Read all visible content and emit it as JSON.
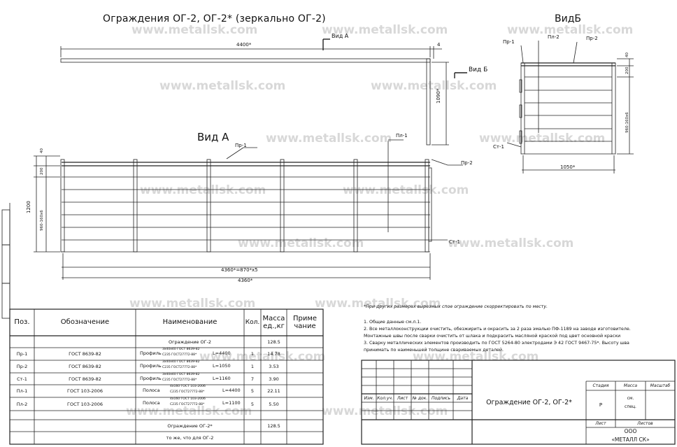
{
  "title": "Ограждения ОГ-2, ОГ-2* (зеркально ОГ-2)",
  "watermark": "www.metallsk.com",
  "plan": {
    "dim_length": "4400*",
    "dim_depth": "1090*",
    "dim_small": "4",
    "vid_a_marker": "Вид А",
    "vid_b_marker": "Вид Б"
  },
  "view_a": {
    "title": "Вид А",
    "labels": {
      "pr1": "Пр-1",
      "pl1": "Пл-1",
      "pr2": "Пр-2",
      "st1": "Ст-1"
    },
    "dims": {
      "top": "40",
      "step": "200",
      "span": "960-160х6",
      "height": "1200",
      "pitch": "4360*=870*х5",
      "total": "4360*"
    }
  },
  "view_b": {
    "title": "ВидБ",
    "labels": {
      "pr1": "Пр-1",
      "pl2": "Пл-2",
      "pr2": "Пр-2",
      "st1": "Ст-1"
    },
    "dims": {
      "top": "40",
      "step": "200",
      "span": "960-160х6",
      "width": "1050*"
    }
  },
  "spec_table": {
    "headers": {
      "pos": "Поз.",
      "designation": "Обозначение",
      "name": "Наименование",
      "qty": "Кол.",
      "mass": "Масса ед.,кг",
      "note": "Приме чание"
    },
    "rows": [
      {
        "pos": "",
        "designation": "",
        "name": "Ограждение ОГ-2",
        "qty": "",
        "mass": "",
        "note": ""
      },
      {
        "pos": "",
        "designation": "",
        "name": "",
        "qty": "",
        "mass": "128.5",
        "note": ""
      },
      {
        "pos": "Пр-1",
        "designation": "ГОСТ 8639-82",
        "name_a": "Профиль",
        "name_b": "3х40х40 ГОСТ 8639-82",
        "name_c": "С235 ГОСТ27772-88*",
        "name_d": "L=4400",
        "qty": "1",
        "mass": "14.78",
        "note": ""
      },
      {
        "pos": "Пр-2",
        "designation": "ГОСТ 8639-82",
        "name_a": "Профиль",
        "name_b": "3х40х40 ГОСТ 8639-82",
        "name_c": "С235 ГОСТ27772-88*",
        "name_d": "L=1050",
        "qty": "1",
        "mass": "3.53",
        "note": ""
      },
      {
        "pos": "Ст-1",
        "designation": "ГОСТ 8639-82",
        "name_a": "Профиль",
        "name_b": "3х40х40 ГОСТ 8639-82",
        "name_c": "С235 ГОСТ27772-88*",
        "name_d": "L=1160",
        "qty": "7",
        "mass": "3.90",
        "note": ""
      },
      {
        "pos": "Пл-1",
        "designation": "ГОСТ 103-2006",
        "name_a": "Полоса",
        "name_b": "4х160 ГОСТ 103-2006",
        "name_c": "С235 ГОСТ27772-88*",
        "name_d": "L=4400",
        "qty": "5",
        "mass": "22.11",
        "note": ""
      },
      {
        "pos": "Пл-2",
        "designation": "ГОСТ 103-2006",
        "name_a": "Полоса",
        "name_b": "4х160 ГОСТ 103-2006",
        "name_c": "С235 ГОСТ27772-88*",
        "name_d": "L=1100",
        "qty": "5",
        "mass": "5.50",
        "note": ""
      },
      {
        "pos": "",
        "designation": "",
        "name": "",
        "qty": "",
        "mass": "",
        "note": ""
      },
      {
        "pos": "",
        "designation": "",
        "name": "Ограждение ОГ-2*",
        "qty": "",
        "mass": "128.5",
        "note": ""
      },
      {
        "pos": "",
        "designation": "",
        "name": "то же, что для ОГ-2",
        "qty": "",
        "mass": "",
        "note": ""
      }
    ]
  },
  "notes": {
    "header": "*При других размерах вырезмых спое ограждение скорректировать по месту.",
    "n1": "1. Общие данные см.л.1.",
    "n2a": "2. Все металлоконструкции очистить, обезжирить и окрасить за 2 раза эмалью ПФ-1189 на заводе изготовителе.",
    "n2b": "Монтажные швы после сварки очистить от шлака и подкрасить масляной краской под цвет основной краски",
    "n3a": "3. Сварку металлических элементов производить по ГОСТ 5264-80 электродами Э 42 ГОСТ 9467-75*. Высоту шва",
    "n3b": "принимать по наименьшей толщине свариваемых деталей."
  },
  "stamp": {
    "cols": {
      "izm": "Изм.",
      "kol": "Кол.уч.",
      "list": "Лист",
      "doc": "№ док.",
      "sign": "Подпись",
      "date": "Дата"
    },
    "doc_title": "Ограждение ОГ-2, ОГ-2*",
    "stage_h": "Стадия",
    "mass_h": "Масса",
    "scale_h": "Масштаб",
    "stage_v": "Р",
    "mass_v1": "см.",
    "mass_v2": "спец.",
    "sheet_h": "Лист",
    "sheets_h": "Листов",
    "company1": "ООО",
    "company2": "«МЕТАЛЛ СК»"
  }
}
